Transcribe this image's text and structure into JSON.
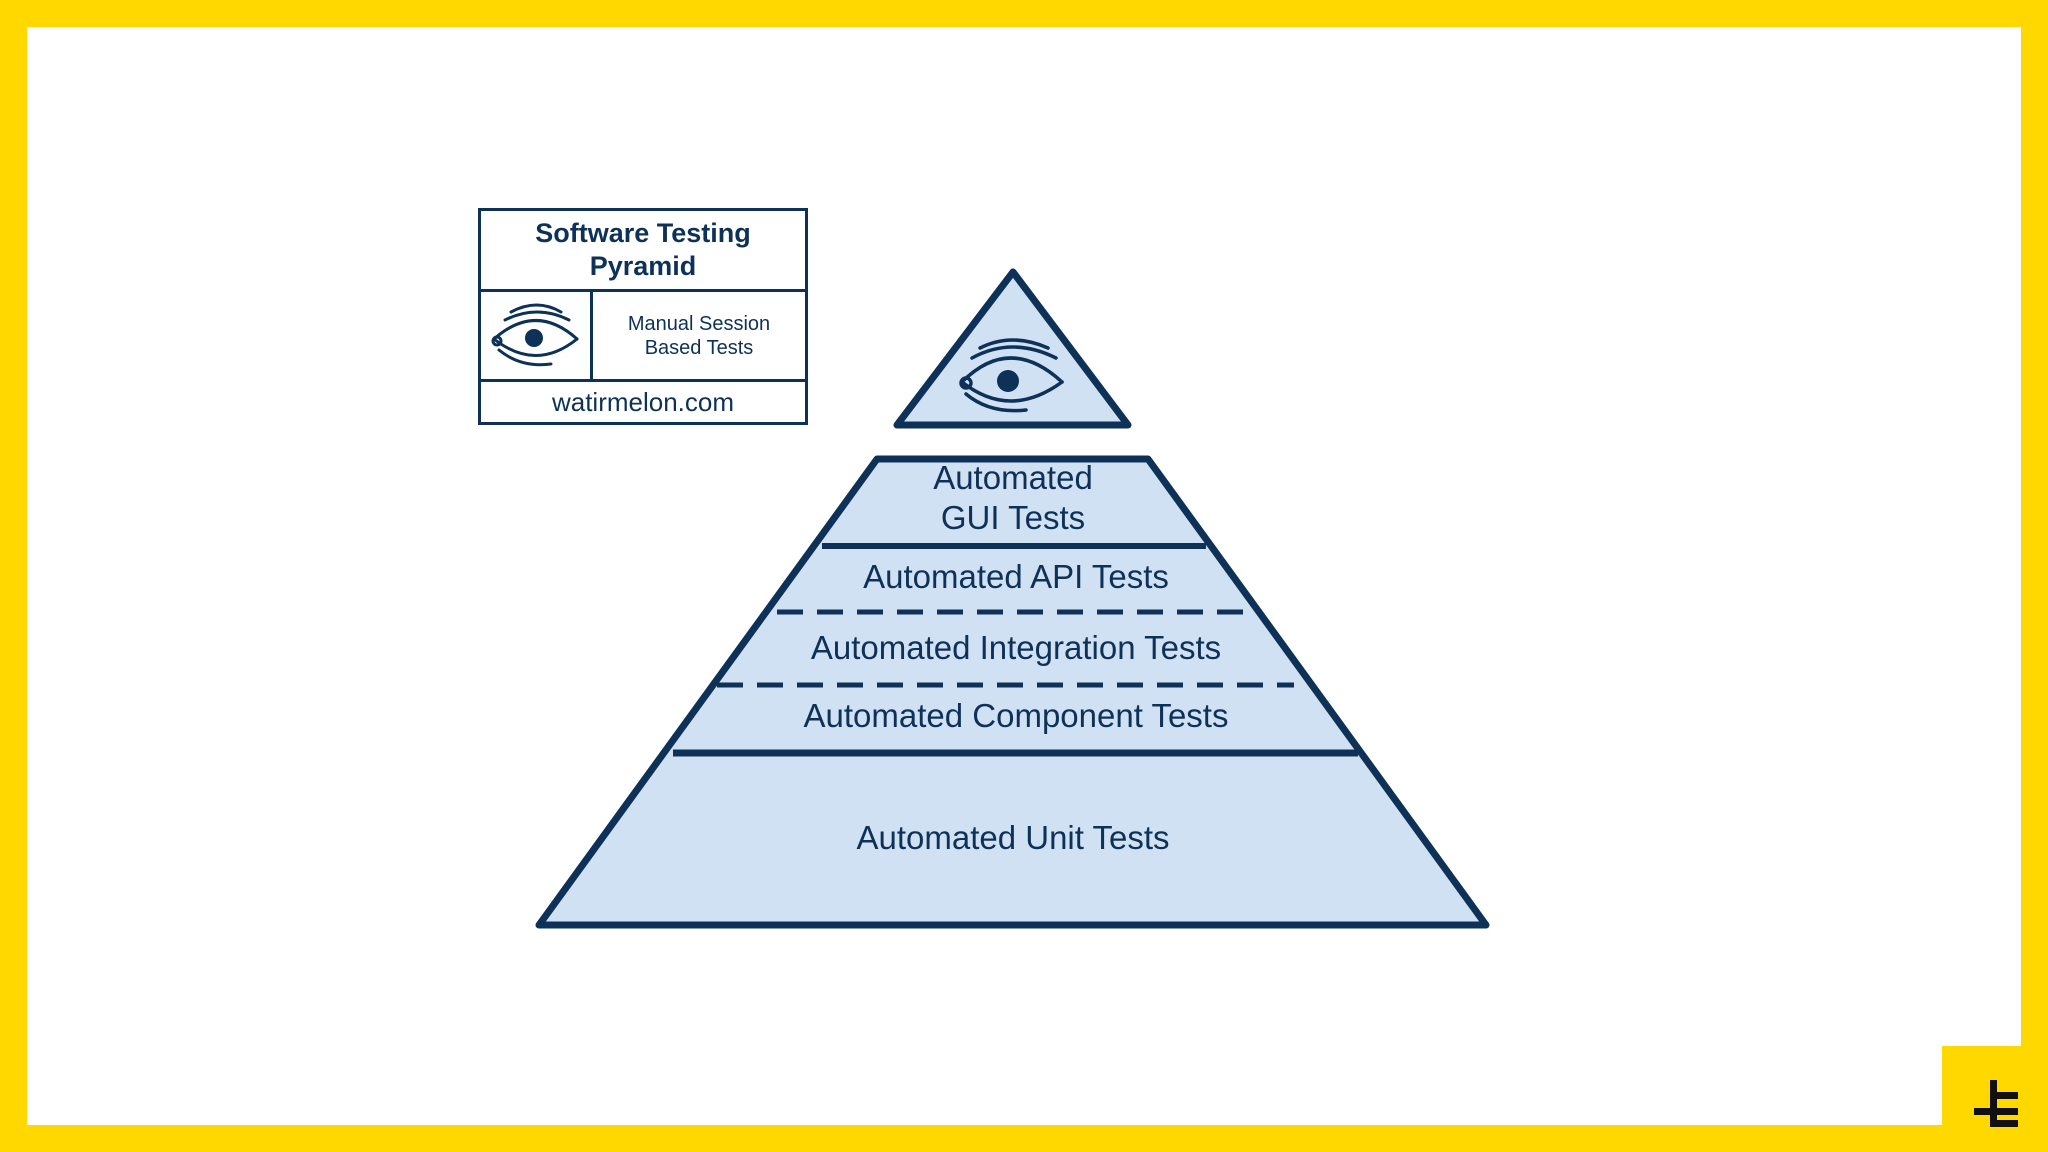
{
  "legend": {
    "title": "Software Testing Pyramid",
    "icon": "eye-icon",
    "label": "Manual Session Based Tests",
    "footer": "watirmelon.com"
  },
  "pyramid": {
    "apex": {
      "icon": "eye-icon"
    },
    "tiers": [
      {
        "label": "Automated\nGUI Tests"
      },
      {
        "label": "Automated API Tests"
      },
      {
        "label": "Automated Integration Tests"
      },
      {
        "label": "Automated Component Tests"
      },
      {
        "label": "Automated Unit Tests"
      }
    ]
  },
  "brand": {
    "icon": "brand-logo-icon"
  },
  "colors": {
    "frame": "#FFD800",
    "fill": "#D1E1F4",
    "stroke": "#0E3158"
  }
}
